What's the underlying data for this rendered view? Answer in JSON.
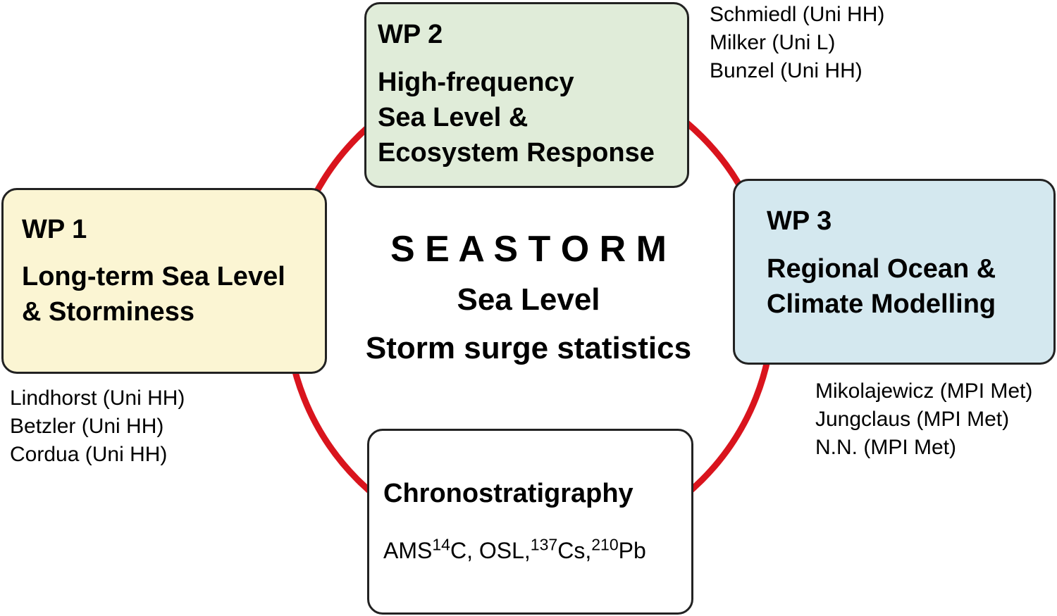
{
  "colors": {
    "ring": "#d9141d",
    "wp1_fill": "#fbf5d3",
    "wp2_fill": "#e0ecd9",
    "wp3_fill": "#d4e8ef",
    "chrono_fill": "#ffffff",
    "border": "#222222"
  },
  "center": {
    "project": "S E A S T O R M",
    "line1": "Sea Level",
    "line2": "Storm surge statistics"
  },
  "wp1": {
    "label": "WP 1",
    "title_lines": [
      "Long-term Sea Level",
      "& Storminess"
    ],
    "people": [
      "Lindhorst (Uni HH)",
      "Betzler (Uni HH)",
      "Cordua (Uni HH)"
    ]
  },
  "wp2": {
    "label": "WP 2",
    "title_lines": [
      "High-frequency",
      "Sea Level &",
      "Ecosystem Response"
    ],
    "people": [
      "Schmiedl (Uni HH)",
      "Milker (Uni L)",
      "Bunzel (Uni HH)"
    ]
  },
  "wp3": {
    "label": "WP 3",
    "title_lines": [
      "Regional Ocean &",
      "Climate Modelling"
    ],
    "people": [
      "Mikolajewicz (MPI Met)",
      "Jungclaus (MPI Met)",
      "N.N. (MPI Met)"
    ]
  },
  "chrono": {
    "title": "Chronostratigraphy",
    "methods": {
      "ams": "AMS",
      "c14_sup": "14",
      "c14_rest": "C, OSL,",
      "cs_sup": "137",
      "cs_rest": "Cs,",
      "pb_sup": "210",
      "pb_rest": "Pb"
    }
  }
}
